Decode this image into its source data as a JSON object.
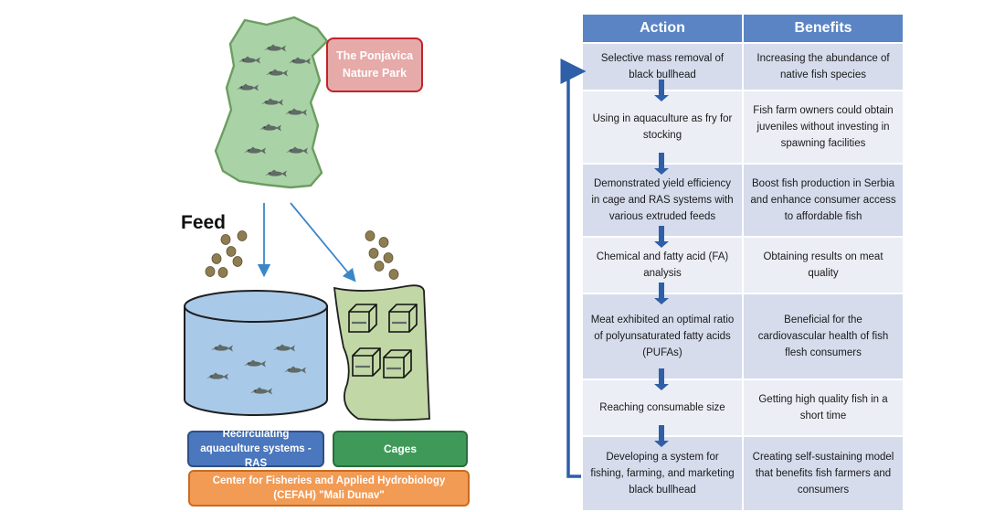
{
  "diagram": {
    "park_label": "The Ponjavica Nature Park",
    "feed_label": "Feed",
    "ras_label": "Recirculating aquaculture systems - RAS",
    "cages_label": "Cages",
    "cefah_label": "Center for Fisheries and Applied Hydrobiology (CEFAH) \"Mali Dunav\"",
    "colors": {
      "park_fill": "#a9d3a6",
      "park_stroke": "#6c9d60",
      "fish": "#5f6b66",
      "tank_fill": "#a9c9e9",
      "tank_stroke": "#1f1f1f",
      "cage_fill": "#c2d7a6",
      "feed_pellet": "#8f7d52",
      "arrow": "#3a86c8"
    }
  },
  "table": {
    "header_action": "Action",
    "header_benefits": "Benefits",
    "rows": [
      {
        "action": "Selective mass removal of black bullhead",
        "benefit": "Increasing the abundance of native fish species"
      },
      {
        "action": "Using in aquaculture as fry for stocking",
        "benefit": "Fish farm owners could obtain juveniles without investing in spawning facilities"
      },
      {
        "action": "Demonstrated yield efficiency in cage and RAS systems with various extruded feeds",
        "benefit": "Boost fish production in Serbia and enhance consumer access to affordable fish"
      },
      {
        "action": "Chemical and fatty acid (FA) analysis",
        "benefit": "Obtaining results on meat quality"
      },
      {
        "action": "Meat exhibited an optimal ratio of polyunsaturated fatty acids (PUFAs)",
        "benefit": "Beneficial for the cardiovascular health of fish flesh consumers"
      },
      {
        "action": "Reaching consumable size",
        "benefit": "Getting high quality fish in a short time"
      },
      {
        "action": "Developing a system for fishing, farming, and marketing black bullhead",
        "benefit": "Creating self-sustaining model that benefits fish farmers and consumers"
      }
    ],
    "colors": {
      "header": "#5b84c4",
      "row_odd": "#d6dcec",
      "row_even": "#eceef5",
      "flow_arrow": "#2e5fa8"
    }
  }
}
